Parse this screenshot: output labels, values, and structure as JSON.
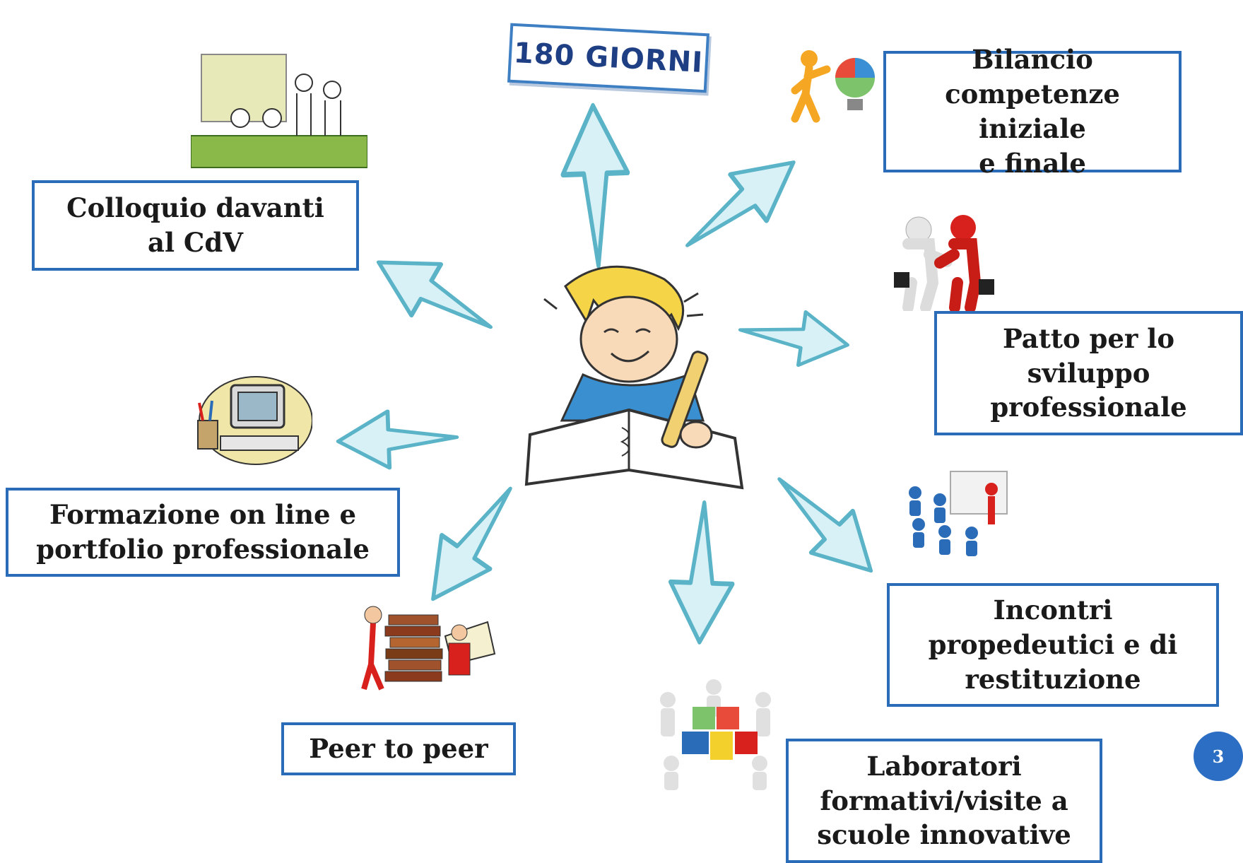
{
  "center": {
    "title": "180 GIORNI"
  },
  "nodes": {
    "bilancio": "Bilancio\ncompetenze iniziale\ne finale",
    "patto": "Patto  per lo\nsviluppo\nprofessionale",
    "incontri": "Incontri\npropedeutici e di\nrestituzione",
    "laboratori": "Laboratori\nformativi/visite a\nscuole innovative",
    "peer": "Peer to peer",
    "formazione": "Formazione on line e\nportfolio professionale",
    "colloquio": "Colloquio davanti\nal CdV"
  },
  "slide": {
    "page_number": "3"
  },
  "colors": {
    "box_border": "#2b6cb8",
    "arrow_fill": "#d8f1f6",
    "arrow_stroke": "#5ab3c7",
    "badge": "#2c6ec3"
  },
  "icons": [
    "student-writing-icon",
    "meeting-table-icon",
    "lightbulb-puzzle-icon",
    "handshake-icon",
    "classroom-presentation-icon",
    "computer-icon",
    "books-reader-icon",
    "puzzle-team-icon"
  ]
}
